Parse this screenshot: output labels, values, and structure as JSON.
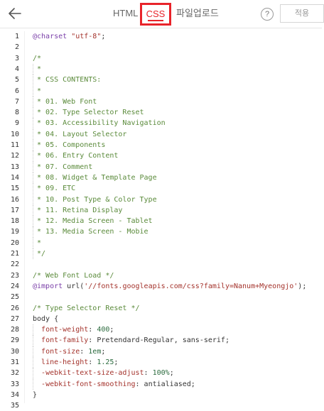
{
  "header": {
    "back_icon": "arrow-left-icon",
    "tabs": [
      {
        "label": "HTML"
      },
      {
        "label": "CSS",
        "active": true
      },
      {
        "label": "파일업로드"
      }
    ],
    "help_label": "?",
    "apply_label": "적용",
    "accent_color": "#e8232a"
  },
  "editor": {
    "lines": [
      {
        "n": "1",
        "tokens": [
          [
            "at",
            "@charset"
          ],
          [
            "punc",
            " "
          ],
          [
            "str",
            "\"utf-8\""
          ],
          [
            "punc",
            ";"
          ]
        ]
      },
      {
        "n": "2",
        "tokens": []
      },
      {
        "n": "3",
        "tokens": [
          [
            "comment",
            "/*"
          ]
        ]
      },
      {
        "n": "4",
        "tokens": [
          [
            "comment",
            " *"
          ]
        ]
      },
      {
        "n": "5",
        "tokens": [
          [
            "comment",
            " * CSS CONTENTS:"
          ]
        ]
      },
      {
        "n": "6",
        "tokens": [
          [
            "comment",
            " *"
          ]
        ]
      },
      {
        "n": "7",
        "tokens": [
          [
            "comment",
            " * 01. Web Font"
          ]
        ]
      },
      {
        "n": "8",
        "tokens": [
          [
            "comment",
            " * 02. Type Selector Reset"
          ]
        ]
      },
      {
        "n": "9",
        "tokens": [
          [
            "comment",
            " * 03. Accessibility Navigation"
          ]
        ]
      },
      {
        "n": "10",
        "tokens": [
          [
            "comment",
            " * 04. Layout Selector"
          ]
        ]
      },
      {
        "n": "11",
        "tokens": [
          [
            "comment",
            " * 05. Components"
          ]
        ]
      },
      {
        "n": "12",
        "tokens": [
          [
            "comment",
            " * 06. Entry Content"
          ]
        ]
      },
      {
        "n": "13",
        "tokens": [
          [
            "comment",
            " * 07. Comment"
          ]
        ]
      },
      {
        "n": "14",
        "tokens": [
          [
            "comment",
            " * 08. Widget & Template Page"
          ]
        ]
      },
      {
        "n": "15",
        "tokens": [
          [
            "comment",
            " * 09. ETC"
          ]
        ]
      },
      {
        "n": "16",
        "tokens": [
          [
            "comment",
            " * 10. Post Type & Color Type"
          ]
        ]
      },
      {
        "n": "17",
        "tokens": [
          [
            "comment",
            " * 11. Retina Display"
          ]
        ]
      },
      {
        "n": "18",
        "tokens": [
          [
            "comment",
            " * 12. Media Screen - Tablet"
          ]
        ]
      },
      {
        "n": "19",
        "tokens": [
          [
            "comment",
            " * 13. Media Screen - Mobie"
          ]
        ]
      },
      {
        "n": "20",
        "tokens": [
          [
            "comment",
            " *"
          ]
        ]
      },
      {
        "n": "21",
        "tokens": [
          [
            "comment",
            " */"
          ]
        ]
      },
      {
        "n": "22",
        "tokens": []
      },
      {
        "n": "23",
        "tokens": [
          [
            "comment",
            "/* Web Font Load */"
          ]
        ]
      },
      {
        "n": "24",
        "tokens": [
          [
            "at",
            "@import"
          ],
          [
            "punc",
            " url("
          ],
          [
            "str",
            "'//fonts.googleapis.com/css?family=Nanum+Myeongjo'"
          ],
          [
            "punc",
            ");"
          ]
        ]
      },
      {
        "n": "25",
        "tokens": []
      },
      {
        "n": "26",
        "tokens": [
          [
            "comment",
            "/* Type Selector Reset */"
          ]
        ]
      },
      {
        "n": "27",
        "tokens": [
          [
            "sel",
            "body"
          ],
          [
            "punc",
            " {"
          ]
        ]
      },
      {
        "n": "28",
        "tokens": [
          [
            "punc",
            "  "
          ],
          [
            "prop",
            "font-weight"
          ],
          [
            "punc",
            ": "
          ],
          [
            "num",
            "400"
          ],
          [
            "punc",
            ";"
          ]
        ]
      },
      {
        "n": "29",
        "tokens": [
          [
            "punc",
            "  "
          ],
          [
            "prop",
            "font-family"
          ],
          [
            "punc",
            ": "
          ],
          [
            "val",
            "Pretendard-Regular, sans-serif"
          ],
          [
            "punc",
            ";"
          ]
        ]
      },
      {
        "n": "30",
        "tokens": [
          [
            "punc",
            "  "
          ],
          [
            "prop",
            "font-size"
          ],
          [
            "punc",
            ": "
          ],
          [
            "num",
            "1em"
          ],
          [
            "punc",
            ";"
          ]
        ]
      },
      {
        "n": "31",
        "tokens": [
          [
            "punc",
            "  "
          ],
          [
            "prop",
            "line-height"
          ],
          [
            "punc",
            ": "
          ],
          [
            "num",
            "1.25"
          ],
          [
            "punc",
            ";"
          ]
        ]
      },
      {
        "n": "32",
        "tokens": [
          [
            "punc",
            "  "
          ],
          [
            "prop",
            "-webkit-text-size-adjust"
          ],
          [
            "punc",
            ": "
          ],
          [
            "num",
            "100%"
          ],
          [
            "punc",
            ";"
          ]
        ]
      },
      {
        "n": "33",
        "tokens": [
          [
            "punc",
            "  "
          ],
          [
            "prop",
            "-webkit-font-smoothing"
          ],
          [
            "punc",
            ": "
          ],
          [
            "val",
            "antialiased"
          ],
          [
            "punc",
            ";"
          ]
        ]
      },
      {
        "n": "34",
        "tokens": [
          [
            "punc",
            "}"
          ]
        ]
      },
      {
        "n": "35",
        "tokens": []
      }
    ]
  }
}
